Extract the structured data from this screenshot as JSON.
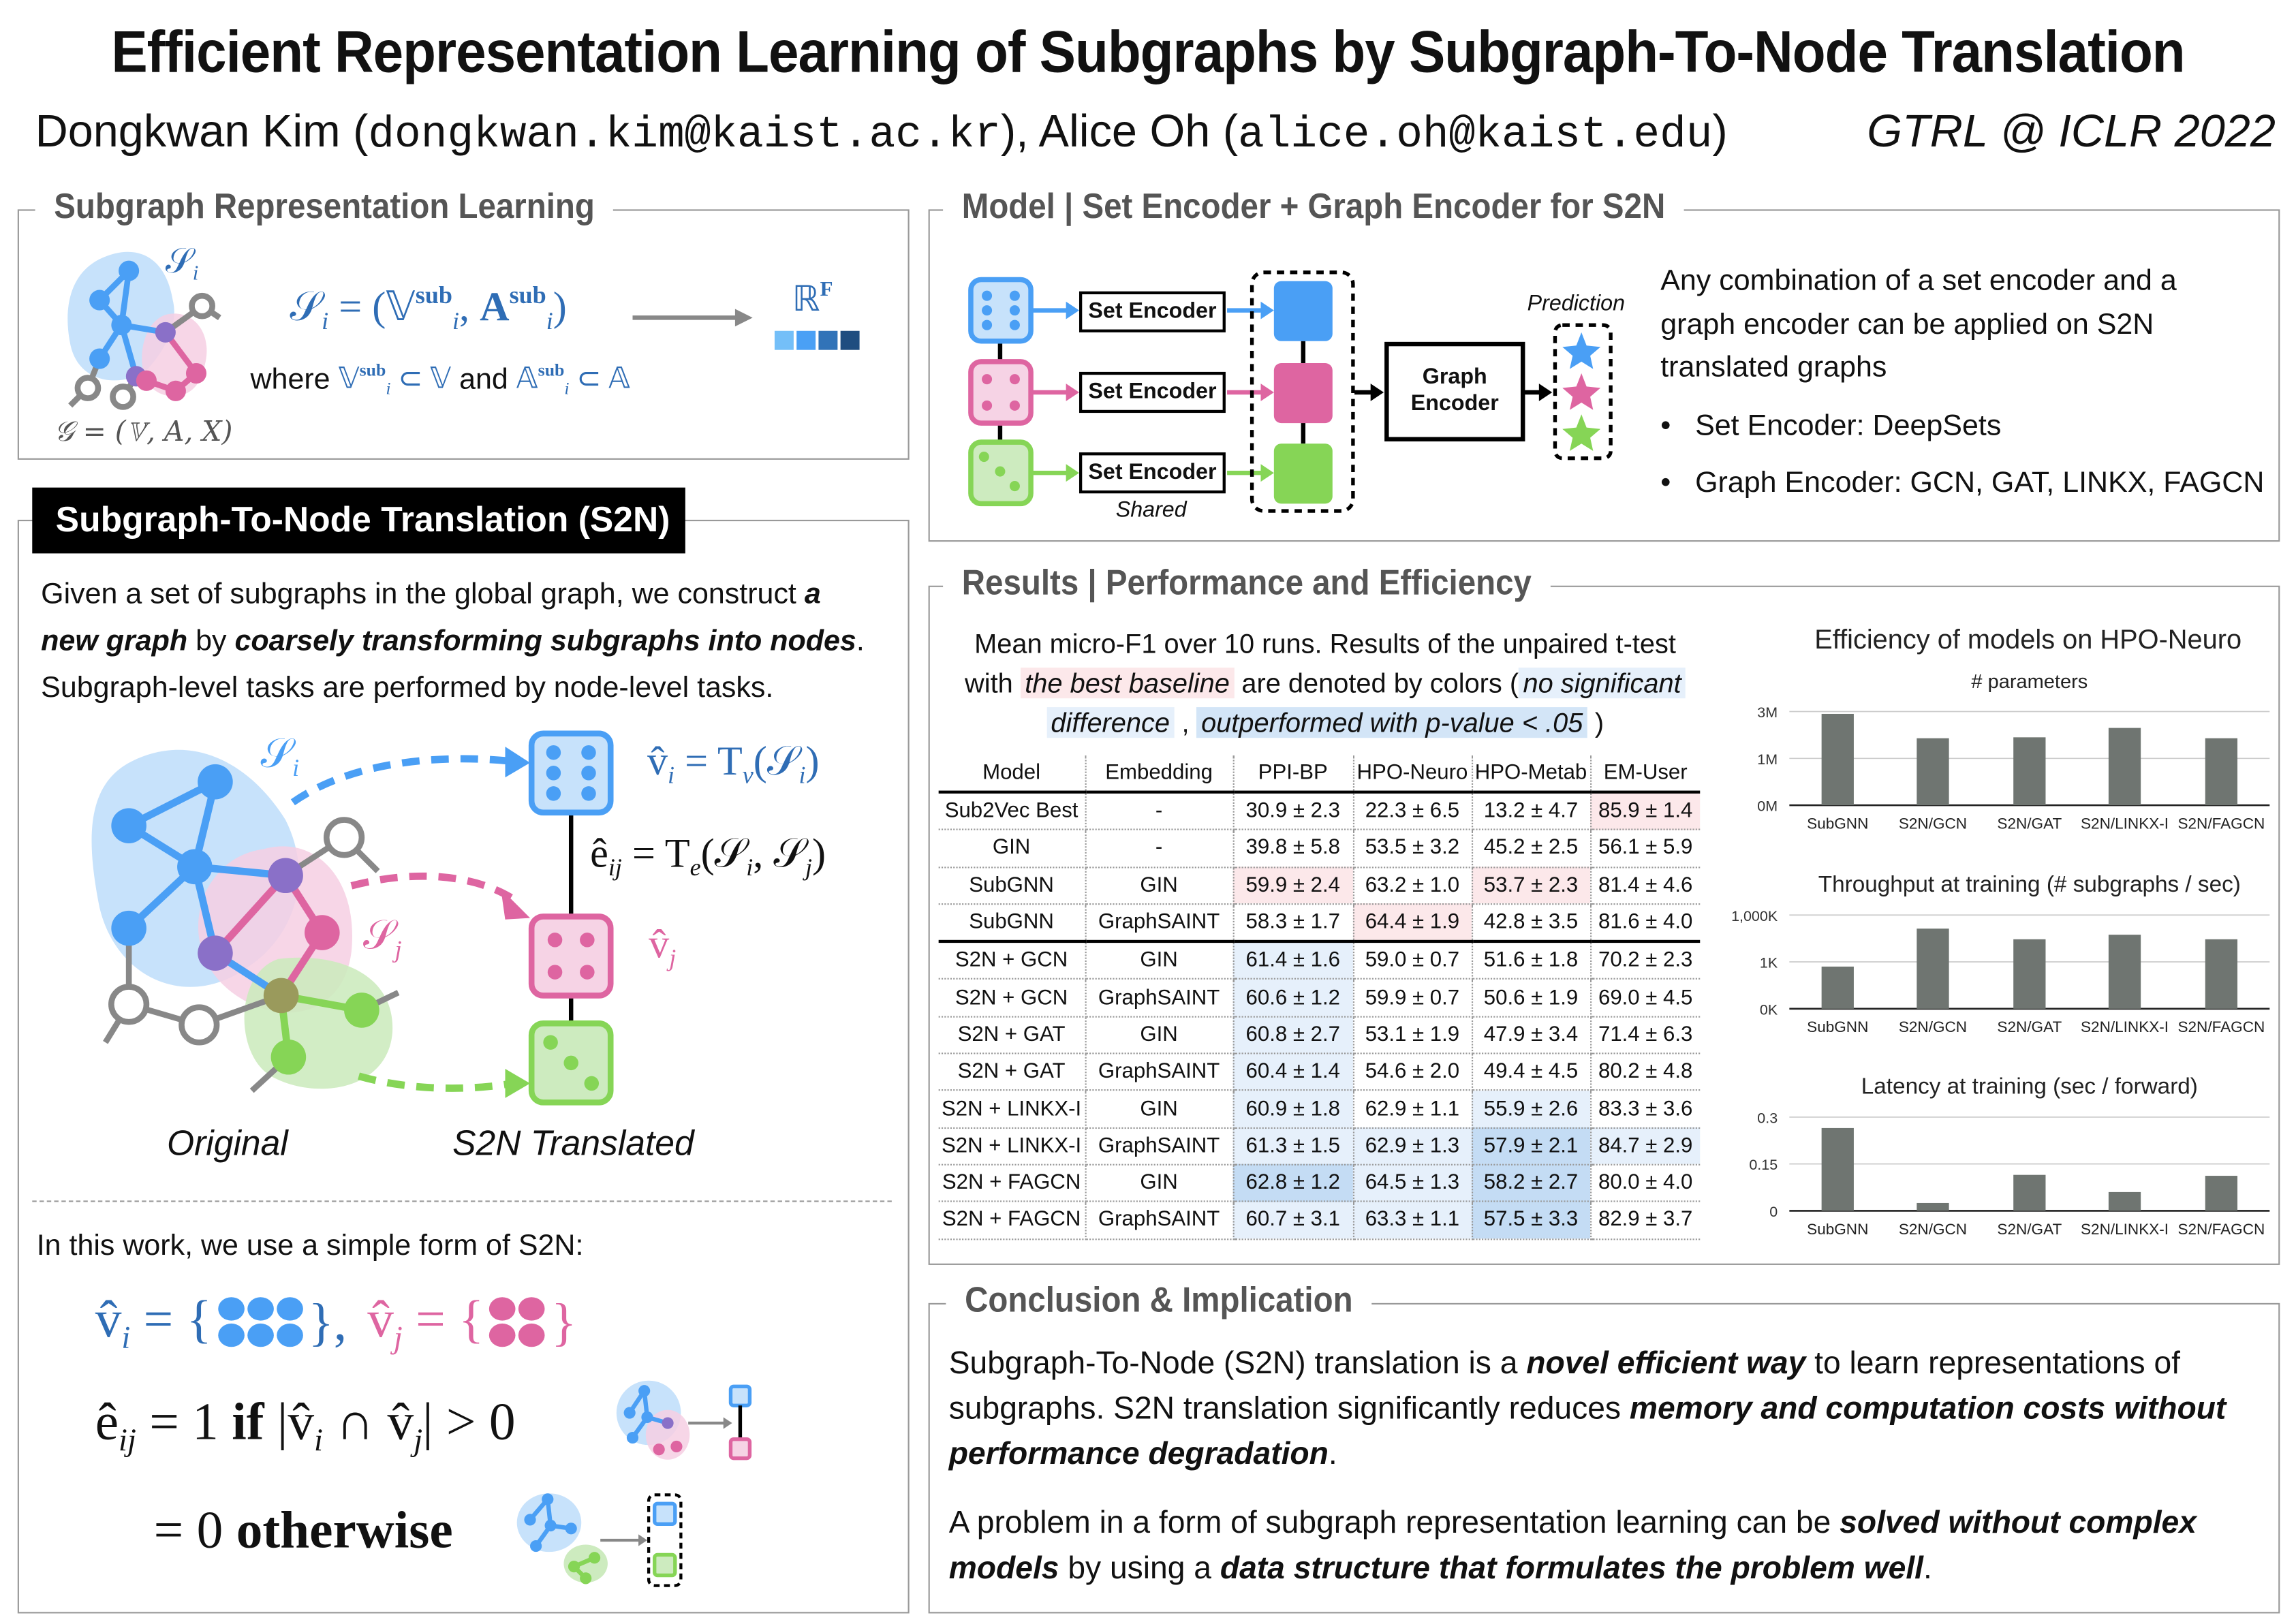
{
  "header": {
    "title": "Efficient Representation Learning of Subgraphs by Subgraph-To-Node Translation",
    "authors_prefix": "Dongkwan Kim (",
    "email1": "dongkwan.kim@kaist.ac.kr",
    "authors_mid": "), Alice Oh (",
    "email2": "alice.oh@kaist.edu",
    "authors_suffix": ")",
    "venue": "GTRL @ ICLR 2022"
  },
  "srl": {
    "title": "Subgraph Representation Learning",
    "si_label": [
      [
        "𝒮",
        "n"
      ],
      [
        "i",
        "sub"
      ]
    ],
    "formula": [
      [
        "𝒮",
        "n"
      ],
      [
        "i",
        "sub"
      ],
      [
        " = (",
        "n"
      ],
      [
        "𝕍",
        "n"
      ],
      [
        "sub",
        "sup"
      ],
      [
        "i",
        "sub"
      ],
      [
        ", ",
        "n"
      ],
      [
        "A",
        "b"
      ],
      [
        "sub",
        "sup"
      ],
      [
        "i",
        "sub"
      ],
      [
        ")",
        "n"
      ]
    ],
    "rf": [
      [
        "ℝ",
        "n"
      ],
      [
        "F",
        "sup"
      ]
    ],
    "where_word": "where",
    "where_formula": [
      [
        "𝕍",
        "n"
      ],
      [
        "sub",
        "sup"
      ],
      [
        "i",
        "sub"
      ],
      [
        " ⊂ 𝕍",
        "n"
      ]
    ],
    "and_word": "and",
    "where_formula2": [
      [
        "𝔸",
        "n"
      ],
      [
        "sub",
        "sup"
      ],
      [
        "i",
        "sub"
      ],
      [
        " ⊂ 𝔸",
        "n"
      ]
    ],
    "graph_formula": "𝒢 = (𝕍, A, X)",
    "vector_colors": [
      "#74bff8",
      "#4aa0f5",
      "#3173b8",
      "#1f4d80"
    ]
  },
  "s2n": {
    "title": "Subgraph-To-Node Translation (S2N)",
    "intro": [
      {
        "a": "Given a set of subgraphs in the global graph, we construct ",
        "b": "a"
      },
      {
        "b": "new graph",
        "a": " by ",
        "b2": "coarsely transforming subgraphs into nodes",
        "a2": "."
      },
      {
        "a": "Subgraph-level tasks are performed by node-level tasks."
      }
    ],
    "fig": {
      "si": [
        [
          "𝒮",
          "n"
        ],
        [
          "i",
          "sub"
        ]
      ],
      "sj": [
        [
          "𝒮",
          "n"
        ],
        [
          "j",
          "sub"
        ]
      ],
      "vi_eq": [
        [
          "v̂",
          "n"
        ],
        [
          "i",
          "sub"
        ],
        [
          " = T",
          "n"
        ],
        [
          "v",
          "sub"
        ],
        [
          "(𝒮",
          "n"
        ],
        [
          "i",
          "sub"
        ],
        [
          ")",
          "n"
        ]
      ],
      "eij_eq": [
        [
          "ê",
          "n"
        ],
        [
          "ij",
          "sub"
        ],
        [
          " = T",
          "n"
        ],
        [
          "e",
          "sub"
        ],
        [
          "(𝒮",
          "n"
        ],
        [
          "i",
          "sub"
        ],
        [
          ", 𝒮",
          "n"
        ],
        [
          "j",
          "sub"
        ],
        [
          ")",
          "n"
        ]
      ],
      "vj": [
        [
          "v̂",
          "n"
        ],
        [
          "j",
          "sub"
        ]
      ],
      "original_label": "Original",
      "translated_label": "S2N Translated"
    },
    "simple_form": "In this work, we use a simple form of S2N:",
    "eq1_vi": [
      [
        "v̂",
        "n"
      ],
      [
        "i",
        "sub"
      ],
      [
        " = {",
        "n"
      ]
    ],
    "eq1_close": "},",
    "eq1_vj": [
      [
        "v̂",
        "n"
      ],
      [
        "j",
        "sub"
      ],
      [
        " = {",
        "n"
      ]
    ],
    "eq1_close2": "}",
    "eq2": [
      [
        "ê",
        "n"
      ],
      [
        "ij",
        "sub"
      ],
      [
        " = 1 ",
        "n"
      ],
      [
        "if",
        "b"
      ],
      [
        " |v̂",
        "n"
      ],
      [
        "i",
        "sub"
      ],
      [
        " ∩ v̂",
        "n"
      ],
      [
        "j",
        "sub"
      ],
      [
        "| > 0",
        "n"
      ]
    ],
    "eq3": [
      [
        "= 0 ",
        "n"
      ],
      [
        "otherwise",
        "b"
      ]
    ]
  },
  "model": {
    "title": "Model | Set Encoder + Graph Encoder for S2N",
    "set_encoder": "Set Encoder",
    "shared": "Shared",
    "graph_encoder_line1": "Graph",
    "graph_encoder_line2": "Encoder",
    "prediction": "Prediction",
    "colors": {
      "blue": "#4a9ff5",
      "pink": "#de65a1",
      "green": "#86d556"
    },
    "desc": [
      "Any combination of a set encoder and a",
      "graph encoder can be applied on S2N",
      "translated graphs"
    ],
    "bullets": [
      "Set Encoder: DeepSets",
      "Graph Encoder: GCN, GAT, LINKX, FAGCN"
    ]
  },
  "results": {
    "title": "Results | Performance and Efficiency",
    "caption_line1": "Mean micro-F1 over 10 runs. Results of the unpaired t-test",
    "caption_with": "with",
    "caption_best": "the best baseline",
    "caption_mid": "are denoted by colors (",
    "caption_nosig1": "no significant",
    "caption_nosig2": "difference",
    "caption_comma": ",",
    "caption_out": "outperformed with p-value < .05",
    "caption_close": ")",
    "table": {
      "headers": [
        "Model",
        "Embedding",
        "PPI-BP",
        "HPO-Neuro",
        "HPO-Metab",
        "EM-User"
      ],
      "rows": [
        {
          "cells": [
            "Sub2Vec Best",
            "-",
            "30.9 ± 2.3",
            "22.3 ± 6.5",
            "13.2 ± 4.7",
            "85.9 ± 1.4"
          ],
          "shade": [
            "",
            "",
            "",
            "",
            "",
            "p"
          ]
        },
        {
          "cells": [
            "GIN",
            "-",
            "39.8 ± 5.8",
            "53.5 ± 3.2",
            "45.2 ± 2.5",
            "56.1 ± 5.9"
          ],
          "shade": [
            "",
            "",
            "",
            "",
            "",
            ""
          ]
        },
        {
          "cells": [
            "SubGNN",
            "GIN",
            "59.9 ± 2.4",
            "63.2 ± 1.0",
            "53.7 ± 2.3",
            "81.4 ± 4.6"
          ],
          "shade": [
            "",
            "",
            "p",
            "",
            "p",
            ""
          ]
        },
        {
          "cells": [
            "SubGNN",
            "GraphSAINT",
            "58.3 ± 1.7",
            "64.4 ± 1.9",
            "42.8 ± 3.5",
            "81.6 ± 4.0"
          ],
          "shade": [
            "",
            "",
            "",
            "p",
            "",
            ""
          ]
        },
        {
          "cells": [
            "S2N + GCN",
            "GIN",
            "61.4 ± 1.6",
            "59.0 ± 0.7",
            "51.6 ± 1.8",
            "70.2 ± 2.3"
          ],
          "shade": [
            "",
            "",
            "l",
            "",
            "",
            ""
          ]
        },
        {
          "cells": [
            "S2N + GCN",
            "GraphSAINT",
            "60.6 ± 1.2",
            "59.9 ± 0.7",
            "50.6 ± 1.9",
            "69.0 ± 4.5"
          ],
          "shade": [
            "",
            "",
            "l",
            "",
            "",
            ""
          ]
        },
        {
          "cells": [
            "S2N + GAT",
            "GIN",
            "60.8 ± 2.7",
            "53.1 ± 1.9",
            "47.9 ± 3.4",
            "71.4 ± 6.3"
          ],
          "shade": [
            "",
            "",
            "l",
            "",
            "",
            ""
          ]
        },
        {
          "cells": [
            "S2N + GAT",
            "GraphSAINT",
            "60.4 ± 1.4",
            "54.6 ± 2.0",
            "49.4 ± 4.5",
            "80.2 ± 4.8"
          ],
          "shade": [
            "",
            "",
            "l",
            "",
            "",
            ""
          ]
        },
        {
          "cells": [
            "S2N + LINKX-I",
            "GIN",
            "60.9 ± 1.8",
            "62.9 ± 1.1",
            "55.9 ± 2.6",
            "83.3 ± 3.6"
          ],
          "shade": [
            "",
            "",
            "l",
            "",
            "l",
            ""
          ]
        },
        {
          "cells": [
            "S2N + LINKX-I",
            "GraphSAINT",
            "61.3 ± 1.5",
            "62.9 ± 1.3",
            "57.9 ± 2.1",
            "84.7 ± 2.9"
          ],
          "shade": [
            "",
            "",
            "l",
            "l",
            "d",
            "l"
          ]
        },
        {
          "cells": [
            "S2N + FAGCN",
            "GIN",
            "62.8 ± 1.2",
            "64.5 ± 1.3",
            "58.2 ± 2.7",
            "80.0 ± 4.0"
          ],
          "shade": [
            "",
            "",
            "d",
            "l",
            "d",
            ""
          ]
        },
        {
          "cells": [
            "S2N + FAGCN",
            "GraphSAINT",
            "60.7 ± 3.1",
            "63.3 ± 1.1",
            "57.5 ± 3.3",
            "82.9 ± 3.7"
          ],
          "shade": [
            "",
            "",
            "l",
            "l",
            "d",
            ""
          ]
        }
      ]
    },
    "efficiency_title": "Efficiency of models on HPO-Neuro"
  },
  "chart_data": [
    {
      "type": "bar",
      "title": "# parameters",
      "categories": [
        "SubGNN",
        "S2N/GCN",
        "S2N/GAT",
        "S2N/LINKX-I",
        "S2N/FAGCN"
      ],
      "values": [
        2900000,
        1860000,
        1900000,
        2300000,
        1860000
      ],
      "ticks": [
        0,
        1000000,
        3000000
      ],
      "tick_labels": [
        "0M",
        "1M",
        "3M"
      ],
      "scale": "piecewise",
      "color": "#6f7571",
      "grid": true
    },
    {
      "type": "bar",
      "title": "Throughput at training (# subgraphs / sec)",
      "categories": [
        "SubGNN",
        "S2N/GCN",
        "S2N/GAT",
        "S2N/LINKX-I",
        "S2N/FAGCN"
      ],
      "values": [
        900,
        135000,
        28000,
        55000,
        28000
      ],
      "ticks": [
        0,
        1000,
        1000000
      ],
      "tick_labels": [
        "0K",
        "1K",
        "1,000K"
      ],
      "scale": "log-piecewise",
      "color": "#6f7571",
      "grid": true
    },
    {
      "type": "bar",
      "title": "Latency at training (sec / forward)",
      "categories": [
        "SubGNN",
        "S2N/GCN",
        "S2N/GAT",
        "S2N/LINKX-I",
        "S2N/FAGCN"
      ],
      "values": [
        0.265,
        0.025,
        0.115,
        0.06,
        0.112
      ],
      "ticks": [
        0,
        0.15,
        0.3
      ],
      "tick_labels": [
        "0",
        "0.15",
        "0.3"
      ],
      "scale": "linear",
      "color": "#6f7571",
      "grid": true
    }
  ],
  "conclusion": {
    "title": "Conclusion & Implication",
    "p1": [
      [
        [
          "Subgraph-To-Node (S2N) translation is a ",
          ""
        ],
        [
          "novel efficient way",
          "b"
        ],
        [
          " to learn representations of",
          ""
        ]
      ],
      [
        [
          "subgraphs. S2N translation significantly reduces ",
          ""
        ],
        [
          "memory and computation costs without",
          "b"
        ]
      ],
      [
        [
          "performance degradation",
          "b"
        ],
        [
          ".",
          ""
        ]
      ]
    ],
    "p2": [
      [
        [
          "A problem in a form of subgraph representation learning can be ",
          ""
        ],
        [
          "solved without complex",
          "b"
        ]
      ],
      [
        [
          "models",
          "b"
        ],
        [
          " by using a ",
          ""
        ],
        [
          "data structure that formulates the problem well",
          "b"
        ],
        [
          ".",
          ""
        ]
      ]
    ]
  }
}
